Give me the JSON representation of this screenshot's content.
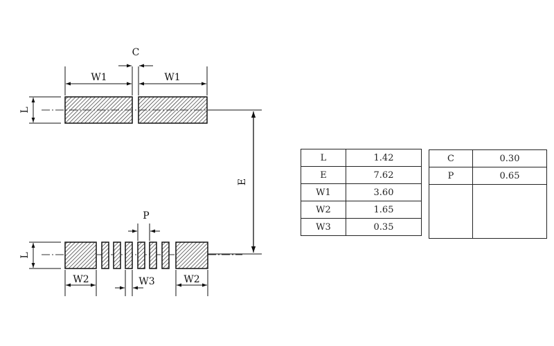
{
  "diagram": {
    "labels": {
      "C": "C",
      "W1": "W1",
      "L": "L",
      "E": "E",
      "P": "P",
      "W2": "W2",
      "W3": "W3"
    }
  },
  "dimension_table": {
    "left": [
      {
        "label": "L",
        "value": "1.42"
      },
      {
        "label": "E",
        "value": "7.62"
      },
      {
        "label": "W1",
        "value": "3.60"
      },
      {
        "label": "W2",
        "value": "1.65"
      },
      {
        "label": "W3",
        "value": "0.35"
      }
    ],
    "right": [
      {
        "label": "C",
        "value": "0.30"
      },
      {
        "label": "P",
        "value": "0.65"
      }
    ]
  }
}
